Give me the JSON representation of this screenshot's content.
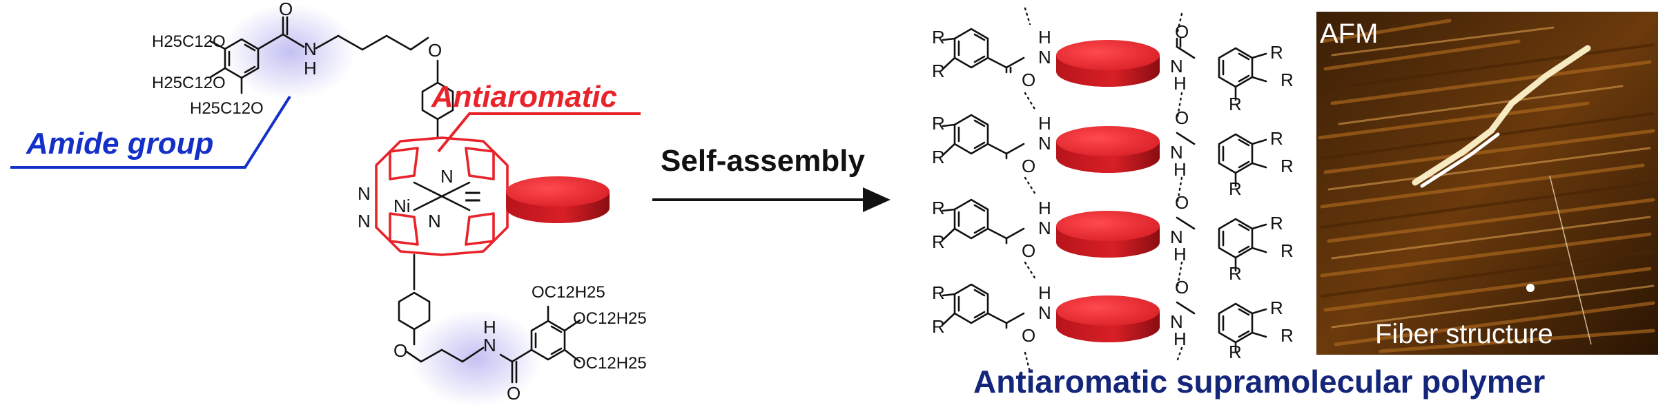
{
  "labels": {
    "amide_group": "Amide group",
    "antiaromatic": "Antiaromatic",
    "self_assembly": "Self-assembly",
    "equals": "=",
    "afm": "AFM",
    "fiber_structure": "Fiber structure",
    "polymer_title": "Antiaromatic supramolecular polymer"
  },
  "molecule": {
    "metal": "Ni",
    "nitrogen": "N",
    "amide_n": "N",
    "amide_h": "H",
    "oxygen": "O",
    "r_group": "R",
    "alkoxy_left": [
      "H25C12O",
      "H25C12O",
      "H25C12O"
    ],
    "alkoxy_right": [
      "OC12H25",
      "OC12H25",
      "OC12H25"
    ]
  },
  "colors": {
    "amide_blue": "#1530c8",
    "antiaromatic_red": "#e8232a",
    "disk_red": "#d81f26",
    "title_navy": "#14267a",
    "highlight_purple": "#b9b6f0"
  }
}
